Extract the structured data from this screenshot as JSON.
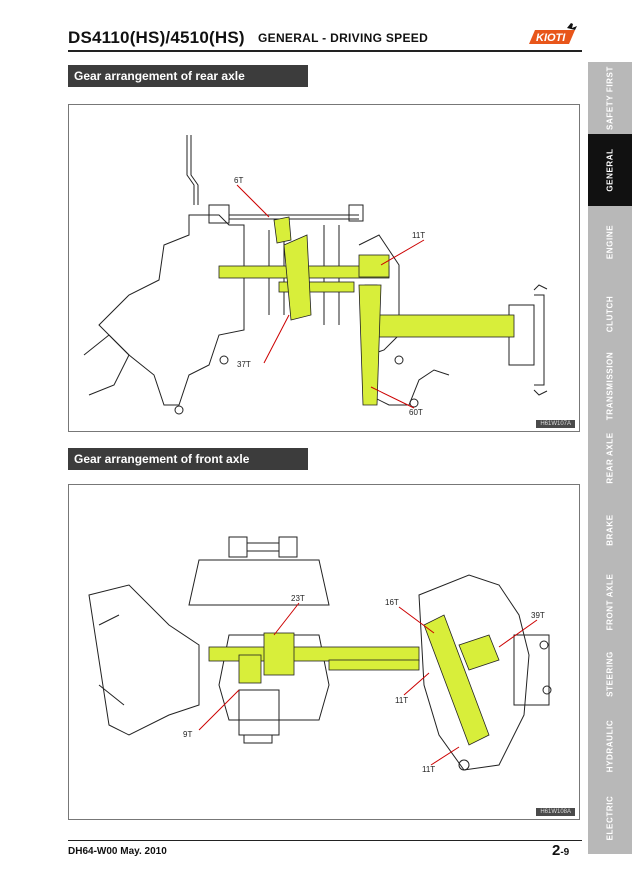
{
  "header": {
    "model": "DS4110(HS)/4510(HS)",
    "section": "GENERAL - DRIVING SPEED",
    "logo": "KIOTI"
  },
  "figures": [
    {
      "title": "Gear arrangement of rear axle",
      "code": "H61W107A",
      "gear_labels": [
        "6T",
        "11T",
        "37T",
        "60T"
      ]
    },
    {
      "title": "Gear arrangement of front axle",
      "code": "H61W108A",
      "gear_labels": [
        "23T",
        "16T",
        "39T",
        "9T",
        "11T",
        "11T"
      ]
    }
  ],
  "side_tabs": [
    {
      "label": "SAFETY FIRST",
      "active": false
    },
    {
      "label": "GENERAL",
      "active": true
    },
    {
      "label": "ENGINE",
      "active": false
    },
    {
      "label": "CLUTCH",
      "active": false
    },
    {
      "label": "TRANSMISSION",
      "active": false
    },
    {
      "label": "REAR AXLE",
      "active": false
    },
    {
      "label": "BRAKE",
      "active": false
    },
    {
      "label": "FRONT AXLE",
      "active": false
    },
    {
      "label": "STEERING",
      "active": false
    },
    {
      "label": "HYDRAULIC",
      "active": false
    },
    {
      "label": "ELECTRIC",
      "active": false
    }
  ],
  "footer": {
    "doc": "DH64-W00  May. 2010",
    "page_major": "2",
    "page_minor": "-9"
  },
  "colors": {
    "highlight": "#d8ee3a",
    "tab_inactive": "#b8b8b8",
    "tab_active": "#111111",
    "banner": "#3c3c3c"
  }
}
